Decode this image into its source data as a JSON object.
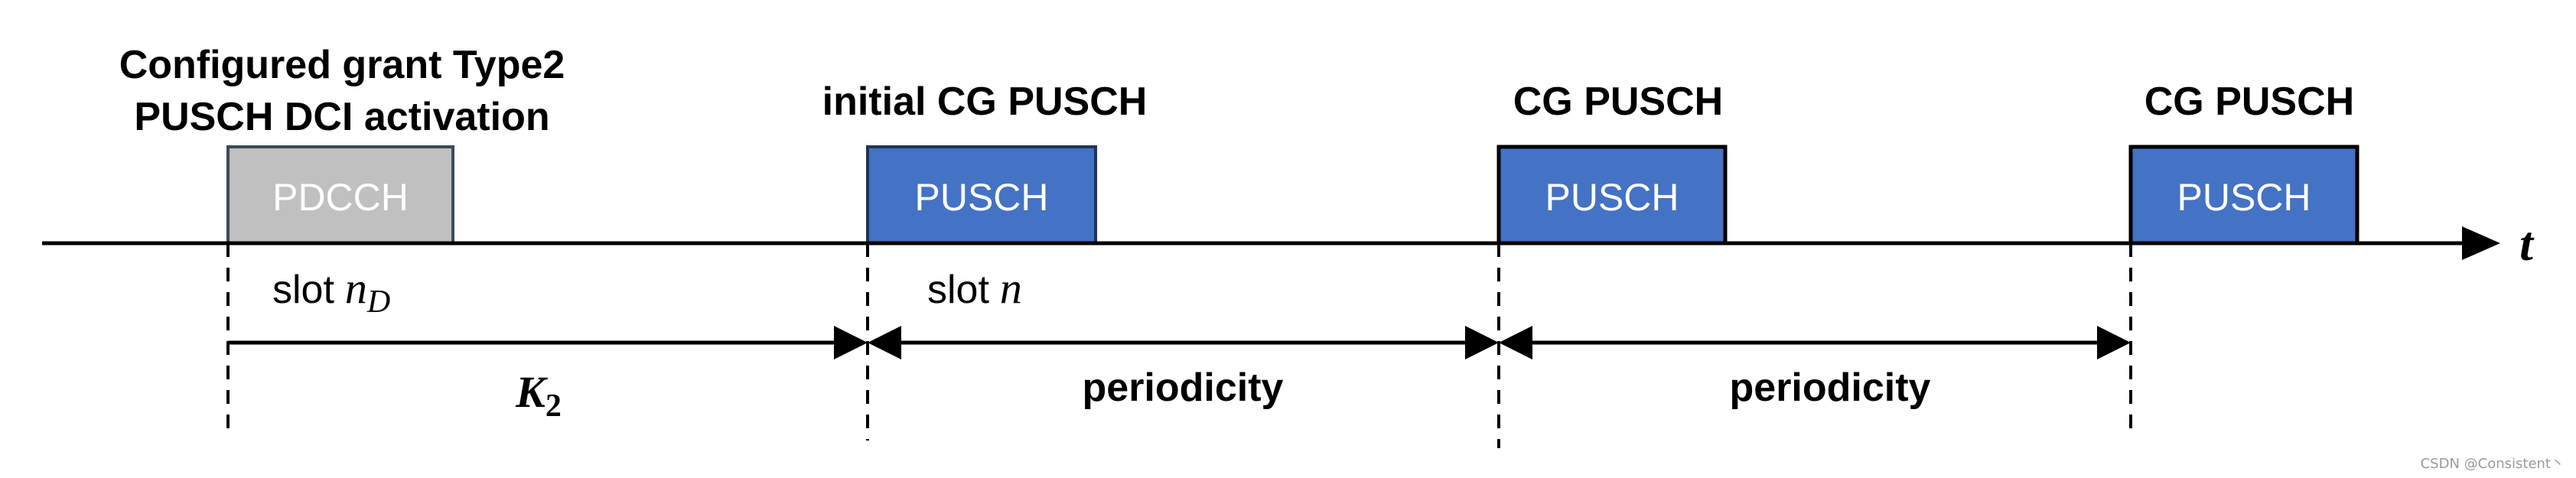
{
  "diagram": {
    "heading": {
      "line1": "Configured grant Type2",
      "line2": "PUSCH DCI activation"
    },
    "occasion_labels": {
      "initial": "initial CG PUSCH",
      "second": "CG PUSCH",
      "third": "CG PUSCH"
    },
    "boxes": {
      "pdcch": "PDCCH",
      "pusch1": "PUSCH",
      "pusch2": "PUSCH",
      "pusch3": "PUSCH"
    },
    "axis_label": "t",
    "slot_labels": {
      "slot_nd_prefix": "slot",
      "slot_nd_var": "n",
      "slot_nd_sub": "D",
      "slot_n_prefix": "slot",
      "slot_n_var": "n"
    },
    "intervals": {
      "k2_var": "K",
      "k2_sub": "2",
      "periodicity1": "periodicity",
      "periodicity2": "periodicity"
    },
    "colors": {
      "pdcch_fill": "#c0c0c0",
      "pdcch_stroke": "#3a4a5c",
      "pusch_fill": "#4472c4",
      "pusch_stroke": "#000000"
    },
    "watermark": "CSDN @Consistent丶"
  }
}
